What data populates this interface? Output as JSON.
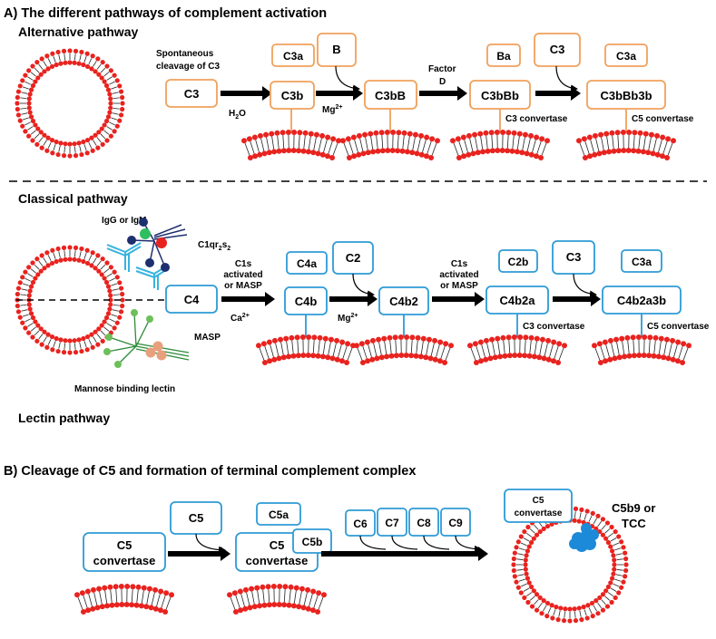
{
  "sectionA": {
    "title": "A) The different pathways of complement activation",
    "alternative": {
      "heading": "Alternative pathway",
      "spontaneous_label": [
        "Spontaneous",
        "cleavage of C3"
      ],
      "boxes": {
        "c3": "C3",
        "c3a_top": "C3a",
        "c3b": "C3b",
        "b": "B",
        "c3bB": "C3bB",
        "ba": "Ba",
        "c3bBb": "C3bBb",
        "c3_top": "C3",
        "c3a_top2": "C3a",
        "c3bBb3b": "C3bBb3b"
      },
      "labels": {
        "h2o": "H",
        "h2o_sub": "2",
        "h2o_o": "O",
        "mg": "Mg",
        "mg_sup": "2+",
        "factor_d": [
          "Factor",
          "D"
        ],
        "c3_convertase": "C3 convertase",
        "c5_convertase": "C5 convertase"
      }
    },
    "classical": {
      "heading": "Classical pathway",
      "igg_label": "IgG or IgM",
      "c1qrs_label": "C1qr",
      "c1qrs_sub1": "2",
      "c1qrs_s": "s",
      "c1qrs_sub2": "2",
      "masp_label": "MASP",
      "mbl_label": "Mannose binding lectin",
      "lectin_heading": "Lectin pathway",
      "c1s_label": [
        "C1s",
        "activated",
        "or MASP"
      ],
      "c1s_label2": [
        "C1s",
        "activated",
        "or MASP"
      ],
      "ca": "Ca",
      "ca_sup": "2+",
      "mg": "Mg",
      "mg_sup": "2+",
      "boxes": {
        "c4": "C4",
        "c4a": "C4a",
        "c4b": "C4b",
        "c2": "C2",
        "c4b2": "C4b2",
        "c2b": "C2b",
        "c4b2a": "C4b2a",
        "c3": "C3",
        "c3a": "C3a",
        "c4b2a3b": "C4b2a3b"
      },
      "c3_convertase": "C3 convertase",
      "c5_convertase": "C5 convertase"
    }
  },
  "sectionB": {
    "title": "B) Cleavage of C5 and formation of terminal complement complex",
    "boxes": {
      "c5_convertase_1": [
        "C5",
        "convertase"
      ],
      "c5": "C5",
      "c5a": "C5a",
      "c5_convertase_2": [
        "C5",
        "convertase"
      ],
      "c5b": "C5b",
      "c6": "C6",
      "c7": "C7",
      "c8": "C8",
      "c9": "C9",
      "c5_convertase_3": [
        "C5",
        "convertase"
      ]
    },
    "tcc_label": [
      "C5b9 or",
      "TCC"
    ]
  },
  "colors": {
    "alternative": "#f0a15c",
    "classical": "#2e9bd6",
    "lipid_head": "#e8231f",
    "tcc": "#1c8ad8"
  }
}
